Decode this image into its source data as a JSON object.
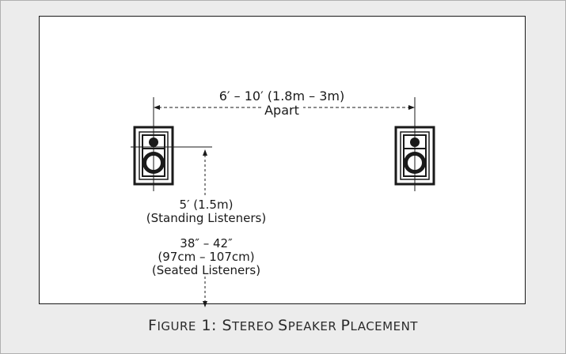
{
  "diagram": {
    "distance_line1": "6′ – 10′ (1.8m – 3m)",
    "distance_line2": "Apart",
    "standing_line1": "5′ (1.5m)",
    "standing_line2": "(Standing Listeners)",
    "seated_line1": "38″ – 42″",
    "seated_line2": "(97cm – 107cm)",
    "seated_line3": "(Seated Listeners)"
  },
  "caption": {
    "word1_initial": "F",
    "word1_rest": "IGURE",
    "number": " 1: ",
    "word2_initial": "S",
    "word2_rest": "TEREO ",
    "word3_initial": "S",
    "word3_rest": "PEAKER ",
    "word4_initial": "P",
    "word4_rest": "LACEMENT"
  },
  "colors": {
    "background": "#ececec",
    "diagram_bg": "#ffffff",
    "ink": "#1a1a1a"
  }
}
